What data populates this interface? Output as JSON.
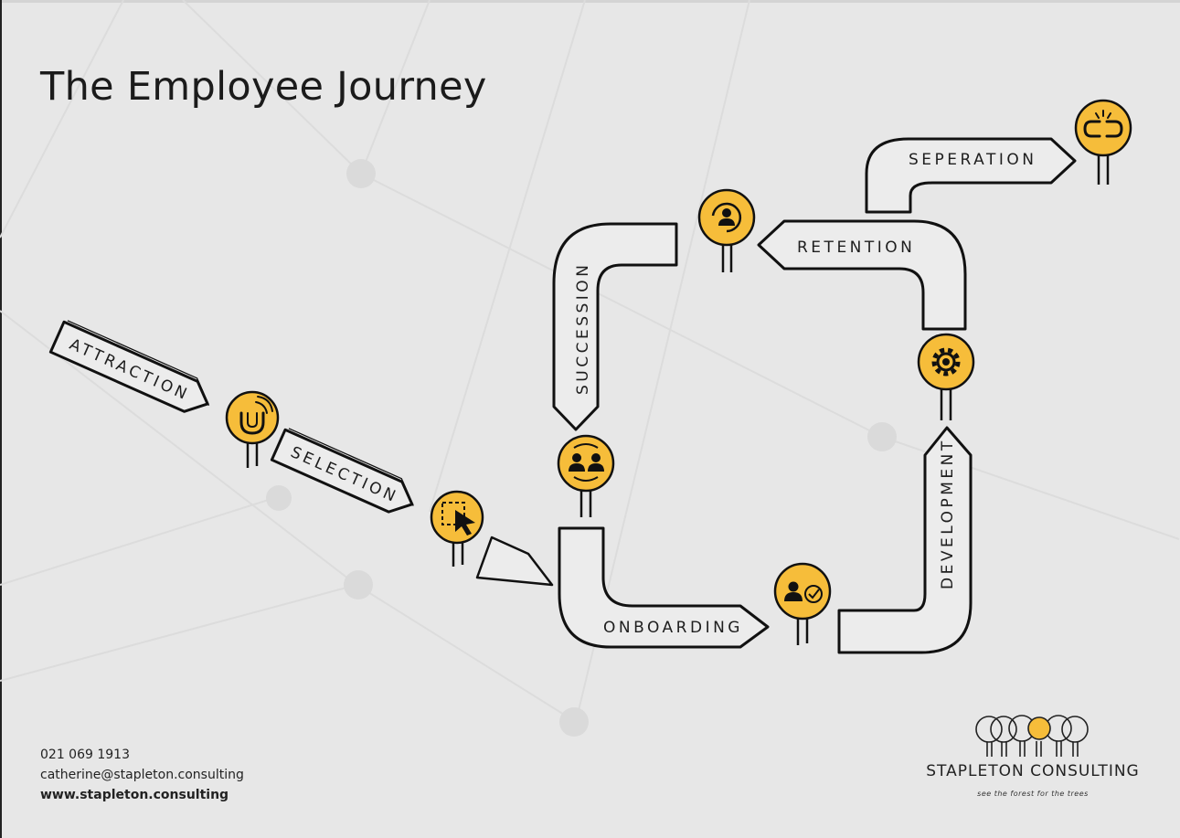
{
  "title": "The Employee Journey",
  "stages": [
    {
      "key": "attraction",
      "label": "ATTRACTION",
      "icon": "magnet-icon"
    },
    {
      "key": "selection",
      "label": "SELECTION",
      "icon": "cursor-select-icon"
    },
    {
      "key": "onboarding",
      "label": "ONBOARDING",
      "icon": "person-check-icon"
    },
    {
      "key": "development",
      "label": "DEVELOPMENT",
      "icon": "gear-icon"
    },
    {
      "key": "retention",
      "label": "RETENTION",
      "icon": "person-cycle-icon"
    },
    {
      "key": "succession",
      "label": "SUCCESSION",
      "icon": "people-swap-icon"
    },
    {
      "key": "separation",
      "label": "SEPERATION",
      "icon": "broken-link-icon"
    }
  ],
  "contact": {
    "phone": "021 069 1913",
    "email": "catherine@stapleton.consulting",
    "website": "www.stapleton.consulting"
  },
  "brand": {
    "name": "STAPLETON CONSULTING",
    "tagline": "see the forest for the trees"
  },
  "colors": {
    "accent": "#f6bd3a",
    "background": "#e7e7e7",
    "arrow_fill": "#ececec",
    "ink": "#1a1a1a"
  }
}
